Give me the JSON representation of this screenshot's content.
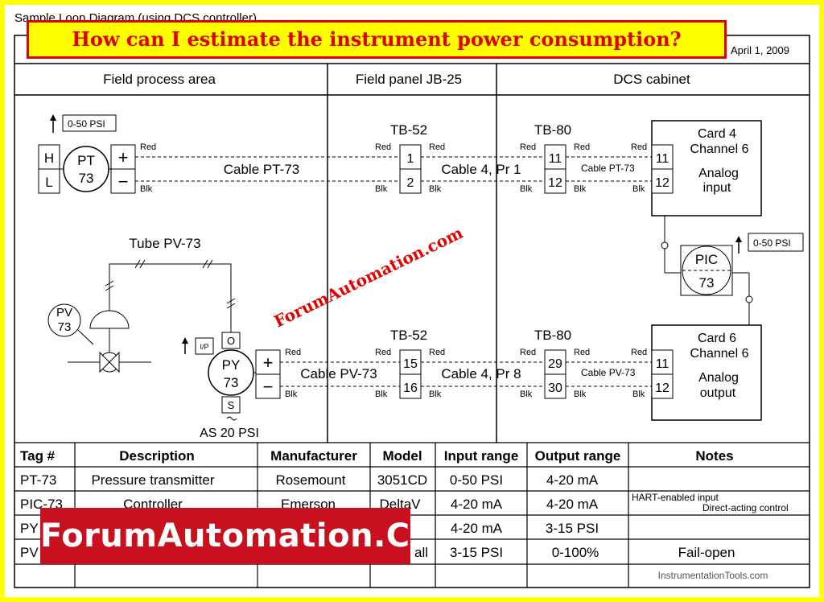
{
  "header": {
    "title": "Sample Loop Diagram (using DCS controller)",
    "date": "April 1, 2009"
  },
  "banner": {
    "question": "How can I estimate the instrument power consumption?",
    "brand": "ForumAutomation.Com",
    "watermark": "ForumAutomation.com"
  },
  "areas": {
    "field": "Field process area",
    "panel": "Field panel JB-25",
    "dcs": "DCS cabinet"
  },
  "top_loop": {
    "pressure": "0-50 PSI",
    "high": "H",
    "low": "L",
    "pt_tag": "PT",
    "pt_num": "73",
    "plus": "+",
    "minus": "−",
    "cable_field": "Cable PT-73",
    "tb_a": "TB-52",
    "tb_a_1": "1",
    "tb_a_2": "2",
    "cable_trunk": "Cable 4, Pr 1",
    "tb_b": "TB-80",
    "tb_b_1": "11",
    "tb_b_2": "12",
    "cable_dcs": "Cable PT-73",
    "card_line1": "Card 4",
    "card_line2": "Channel 6",
    "card_line3": "Analog",
    "card_line4": "input",
    "card_1": "11",
    "card_2": "12"
  },
  "controller": {
    "tag": "PIC",
    "num": "73",
    "pressure": "0-50 PSI"
  },
  "bottom_loop": {
    "tube": "Tube PV-73",
    "pv_tag": "PV",
    "pv_num": "73",
    "ip_label": "I/P",
    "o_port": "O",
    "s_port": "S",
    "py_tag": "PY",
    "py_num": "73",
    "supply": "AS 20 PSI",
    "plus": "+",
    "minus": "−",
    "cable_field": "Cable PV-73",
    "tb_a": "TB-52",
    "tb_a_1": "15",
    "tb_a_2": "16",
    "cable_trunk": "Cable 4, Pr 8",
    "tb_b": "TB-80",
    "tb_b_1": "29",
    "tb_b_2": "30",
    "cable_dcs": "Cable PV-73",
    "card_line1": "Card 6",
    "card_line2": "Channel 6",
    "card_line3": "Analog",
    "card_line4": "output",
    "card_1": "11",
    "card_2": "12"
  },
  "wire": {
    "red": "Red",
    "blk": "Blk"
  },
  "table": {
    "headers": [
      "Tag #",
      "Description",
      "Manufacturer",
      "Model",
      "Input range",
      "Output range",
      "Notes"
    ],
    "rows": [
      [
        "PT-73",
        "Pressure transmitter",
        "Rosemount",
        "3051CD",
        "0-50 PSI",
        "4-20 mA",
        ""
      ],
      [
        "PIC-73",
        "Controller",
        "Emerson",
        "DeltaV",
        "4-20 mA",
        "4-20 mA",
        ""
      ],
      [
        "PY",
        "",
        "",
        "",
        "4-20 mA",
        "3-15 PSI",
        ""
      ],
      [
        "PV",
        "",
        "",
        "all",
        "3-15 PSI",
        "0-100%",
        "Fail-open"
      ]
    ],
    "note_hart": "HART-enabled input",
    "note_direct": "Direct-acting control",
    "credit": "InstrumentationTools.com"
  },
  "colors": {
    "banner_bg": "#ffff00",
    "banner_text": "#e00000",
    "brand_bg": "#c8101e",
    "watermark": "#e00000",
    "frame": "#ffff00"
  }
}
